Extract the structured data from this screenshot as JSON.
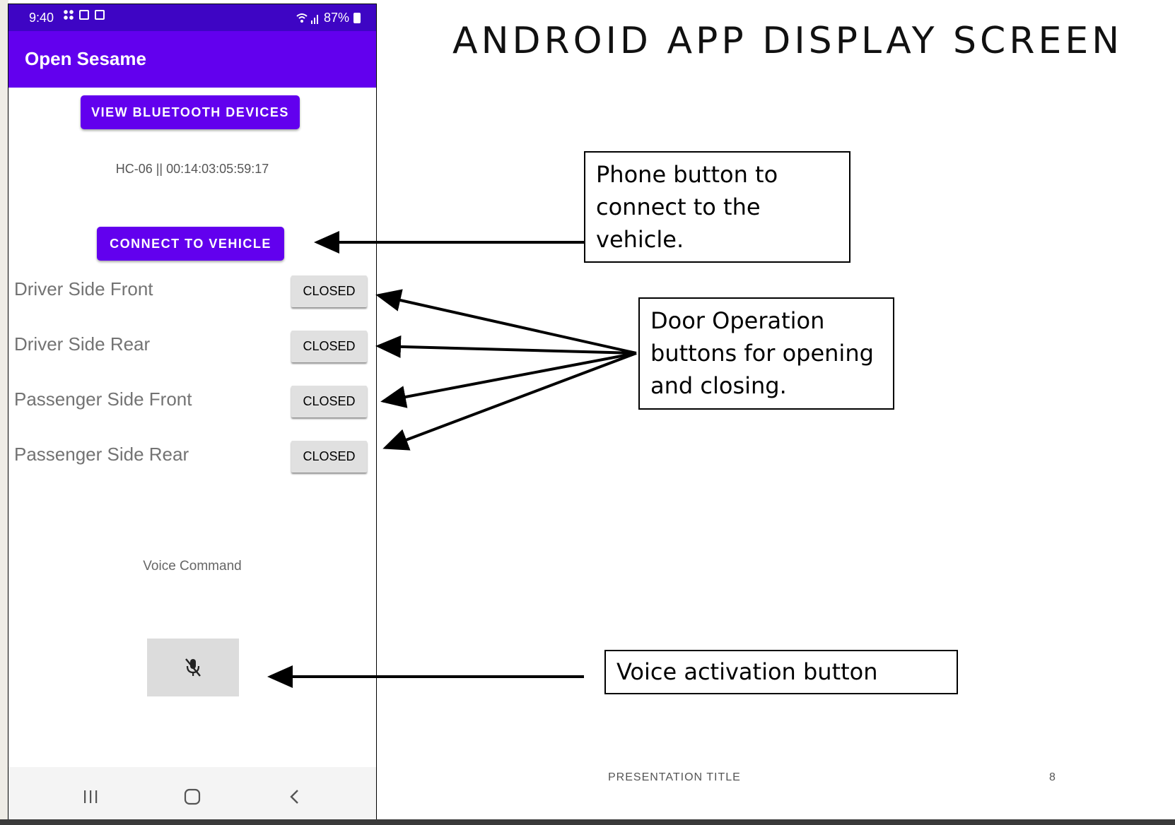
{
  "phone": {
    "status_bar": {
      "time": "9:40",
      "battery": "87%"
    },
    "app_title": "Open Sesame",
    "view_bluetooth_button": "VIEW BLUETOOTH DEVICES",
    "device_text": "HC-06 || 00:14:03:05:59:17",
    "connect_button": "CONNECT TO VEHICLE",
    "doors": [
      {
        "label": "Driver Side Front",
        "state": "CLOSED"
      },
      {
        "label": "Driver Side Rear",
        "state": "CLOSED"
      },
      {
        "label": "Passenger Side Front",
        "state": "CLOSED"
      },
      {
        "label": "Passenger Side Rear",
        "state": "CLOSED"
      }
    ],
    "voice_label": "Voice Command",
    "mic_icon": "mic-off-icon"
  },
  "slide": {
    "title": "ANDROID APP DISPLAY SCREEN",
    "callouts": {
      "connect": "Phone button to connect to the vehicle.",
      "doors": "Door Operation buttons for opening and closing.",
      "voice": "Voice activation button"
    },
    "footer_title": "PRESENTATION TITLE",
    "page_number": "8"
  },
  "colors": {
    "status_bar": "#3e05c4",
    "app_bar": "#6200ee",
    "primary_button": "#6200ee",
    "door_button": "#e0e0e0"
  }
}
